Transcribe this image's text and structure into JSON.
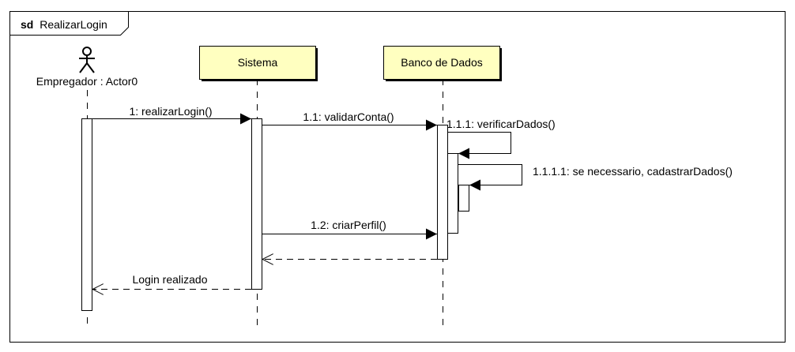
{
  "frame": {
    "keyword": "sd",
    "name": "RealizarLogin"
  },
  "actor": {
    "label": "Empregador : Actor0"
  },
  "lifelines": [
    {
      "id": "sistema",
      "label": "Sistema"
    },
    {
      "id": "banco",
      "label": "Banco de Dados"
    }
  ],
  "messages": [
    {
      "id": "m1",
      "label": "1: realizarLogin()",
      "kind": "sync"
    },
    {
      "id": "m11",
      "label": "1.1: validarConta()",
      "kind": "sync"
    },
    {
      "id": "m111",
      "label": "1.1.1: verificarDados()",
      "kind": "self"
    },
    {
      "id": "m1111",
      "label": "1.1.1.1: se necessario, cadastrarDados()",
      "kind": "self"
    },
    {
      "id": "m12",
      "label": "1.2: criarPerfil()",
      "kind": "sync"
    },
    {
      "id": "r12",
      "label": "",
      "kind": "return"
    },
    {
      "id": "r1",
      "label": "Login realizado",
      "kind": "return"
    }
  ],
  "colors": {
    "lifeline_box_fill": "#ffffc0",
    "line": "#000000",
    "activation_fill": "#ffffff",
    "frame_border": "#000000"
  }
}
